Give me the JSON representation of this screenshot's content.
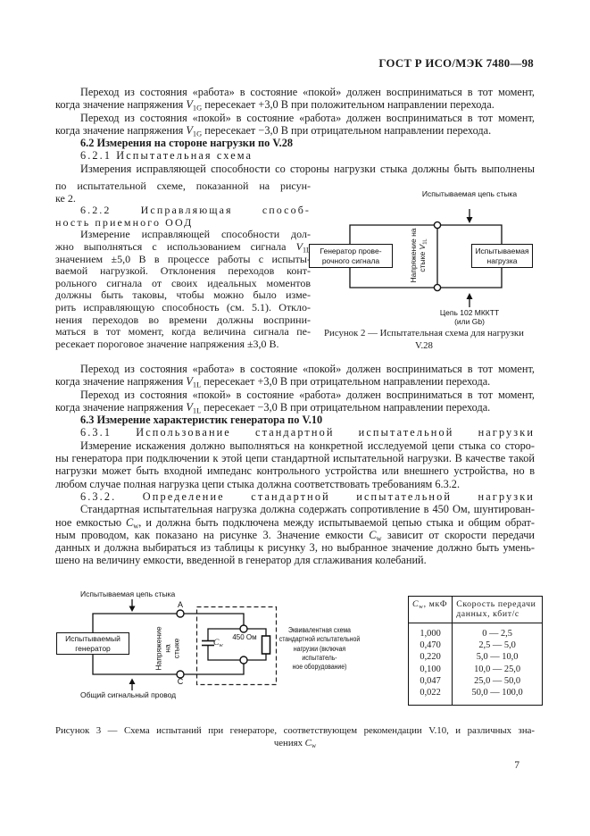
{
  "header": {
    "standard": "ГОСТ Р ИСО/МЭК 7480—98"
  },
  "page_number": "7",
  "intro": {
    "lines": [
      {
        "t": "Переход из состояния «работа» в состояние «покой» должен восприниматься в тот момент,",
        "cls": "first just"
      },
      {
        "t": "когда значение напряжения *V*_{1G} пересекает +3,0 В при положительном направлении перехода."
      },
      {
        "t": "Переход из состояния «покой» в состояние «работа» должен восприниматься в тот момент,",
        "cls": "first just"
      },
      {
        "t": "когда значение напряжения *V*_{1G} пересекает −3,0 В при отрицательном направлении перехода."
      },
      {
        "t": "6.2 Измерения на стороне нагрузки по V.28",
        "cls": "first bold"
      },
      {
        "t": "6.2.1 Испытательная схема",
        "cls": "first spaced"
      },
      {
        "t": "Измерения исправляющей способности со стороны нагрузки стыка должны быть выполнены",
        "cls": "first just"
      }
    ]
  },
  "column": {
    "lines": [
      {
        "t": "по испытательной схеме, показанной на рисун-",
        "cls": "just"
      },
      {
        "t": "ке 2."
      },
      {
        "t": "6.2.2 Исправляющая способ-",
        "cls": "first spaced just"
      },
      {
        "t": "ность приемного ООД",
        "cls": "spaced"
      },
      {
        "t": "Измерение исправляющей способности дол-",
        "cls": "first just"
      },
      {
        "t": "жно выполняться с использованием сигнала *V*_{1L}",
        "cls": "just"
      },
      {
        "t": "значением ±5,0 В в процессе работы с испыты-",
        "cls": "just"
      },
      {
        "t": "ваемой нагрузкой. Отклонения переходов конт-",
        "cls": "just"
      },
      {
        "t": "рольного сигнала от своих идеальных моментов",
        "cls": "just"
      },
      {
        "t": "должны быть таковы, чтобы можно было изме-",
        "cls": "just"
      },
      {
        "t": "рить исправляющую способность (см. 5.1). Откло-",
        "cls": "just"
      },
      {
        "t": "нения переходов во времени должны восприни-",
        "cls": "just"
      },
      {
        "t": "маться в тот момент, когда величина сигнала пе-",
        "cls": "just"
      },
      {
        "t": "ресекает пороговое значение напряжения ±3,0 В."
      }
    ]
  },
  "body2": {
    "lines": [
      {
        "t": "Переход из состояния «работа» в состояние «покой» должен восприниматься в тот момент,",
        "cls": "first just"
      },
      {
        "t": "когда значение напряжения *V*_{1L} пересекает +3,0 В при отрицательном направлении перехода."
      },
      {
        "t": "Переход из состояния «покой» в состояние «работа» должен восприниматься в тот момент,",
        "cls": "first just"
      },
      {
        "t": "когда значение напряжения *V*_{1L} пересекает −3,0 В при отрицательном направлении перехода."
      },
      {
        "t": "6.3 Измерение характеристик генератора по V.10",
        "cls": "first bold"
      },
      {
        "t": "6.3.1 Использование стандартной испытательной нагрузки",
        "cls": "first spaced just"
      },
      {
        "t": "Измерение искажения должно выполняться на конкретной исследуемой цепи стыка со сторо-",
        "cls": "first just"
      },
      {
        "t": "ны генератора при подключении к этой цепи стандартной испытательной нагрузки. В качестве такой",
        "cls": "just"
      },
      {
        "t": "нагрузки может быть входной импеданс контрольного устройства или внешнего устройства, но в",
        "cls": "just"
      },
      {
        "t": "любом случае полная нагрузка цепи стыка должна соответствовать требованиям 6.3.2."
      },
      {
        "t": "6.3.2. Определение стандартной испытательной нагрузки",
        "cls": "first spaced just"
      },
      {
        "t": "Стандартная испытательная нагрузка должна содержать сопротивление в 450 Ом, шунтирован-",
        "cls": "first just"
      },
      {
        "t": "ное емкостью *C*_{w}, и должна быть подключена между испытываемой цепью стыка и общим обрат-",
        "cls": "just"
      },
      {
        "t": "ным проводом, как показано на рисунке 3. Значение емкости *C*_{w} зависит от скорости передачи",
        "cls": "just"
      },
      {
        "t": "данных и должна выбираться из таблицы к рисунку 3, но выбранное значение должно быть умень-",
        "cls": "just"
      },
      {
        "t": "шено на величину емкости, введенной в генератор для сглаживания колебаний."
      }
    ]
  },
  "figure2": {
    "top_label": "Испытываемая цепь стыка",
    "generator_box": [
      "Генератор прове-",
      "рочного сигнала"
    ],
    "load_box": [
      "Испытываемая",
      "нагрузка"
    ],
    "voltage_label": [
      "Напряжение на",
      "стыке *V*_{1L}"
    ],
    "circuit_bottom_label": [
      "Цепь 102 МККТТ",
      "(или Gb)"
    ],
    "caption": [
      "Рисунок 2 — Испытательная схема для нагрузки",
      "V.28"
    ]
  },
  "figure3": {
    "top_label": "Испытываемая цепь стыка",
    "generator_box": [
      "Испытываемый",
      "генератор"
    ],
    "voltage_label": [
      "Напряжение на",
      "стыке"
    ],
    "node_a": "A",
    "node_c": "C",
    "resistor_label": "450 Ом",
    "capacitor_label": "*C*_{w}",
    "bottom_label": "Общий сигнальный провод",
    "equivalent_label": [
      "Эквивалентная схема",
      "стандартной испытательной",
      "нагрузки (включая испытатель-",
      "ное оборудование)"
    ],
    "table": {
      "headers": [
        "*C*_{w}, мкФ",
        "Скорость передачи данных, кбит/с"
      ],
      "rows": [
        [
          "1,000",
          "0 — 2,5"
        ],
        [
          "0,470",
          "2,5 — 5,0"
        ],
        [
          "0,220",
          "5,0 — 10,0"
        ],
        [
          "0,100",
          "10,0 — 25,0"
        ],
        [
          "0,047",
          "25,0 — 50,0"
        ],
        [
          "0,022",
          "50,0 — 100,0"
        ]
      ]
    },
    "caption": [
      {
        "t": "Рисунок 3 — Схема испытаний при генераторе, соответствующем рекомендации V.10, и различных зна-",
        "cls": "just"
      },
      {
        "t": "чениях *C*_{w}",
        "cls": "center"
      }
    ]
  }
}
